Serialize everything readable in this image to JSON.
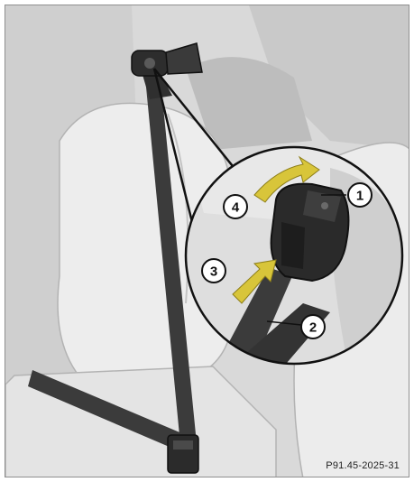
{
  "figure": {
    "reference_code": "P91.45-2025-31",
    "callouts": [
      {
        "number": "1"
      },
      {
        "number": "2"
      },
      {
        "number": "3"
      },
      {
        "number": "4"
      }
    ]
  },
  "colors": {
    "background": "#d6d6d6",
    "belt": "#3b3b3b",
    "arrow": "#d8c53a",
    "seat": "#ececec"
  }
}
